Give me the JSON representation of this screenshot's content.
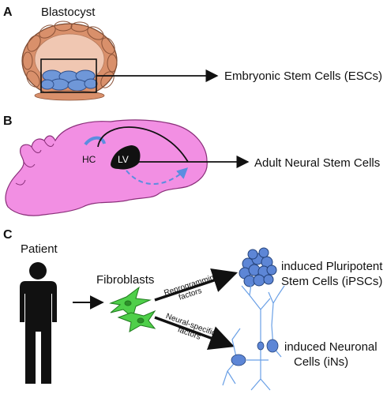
{
  "panels": {
    "a": {
      "letter": "A",
      "title": "Blastocyst",
      "target": "Embryonic Stem Cells (ESCs)",
      "colors": {
        "trophoblast": "#d9906b",
        "inner_mass": "#6f97d8"
      }
    },
    "b": {
      "letter": "B",
      "hc_label": "HC",
      "lv_label": "LV",
      "target": "Adult Neural Stem Cells",
      "colors": {
        "brain": "#f28fe3",
        "lv": "#111111",
        "path": "#5b8de0"
      }
    },
    "c": {
      "letter": "C",
      "patient_label": "Patient",
      "fibroblasts_label": "Fibroblasts",
      "reprogramming_line1": "Reprogramming",
      "reprogramming_line2": "factors",
      "neural_line1": "Neural-specific",
      "neural_line2": "factors",
      "ipsc_line1": "induced Pluripotent",
      "ipsc_line2": "Stem Cells (iPSCs)",
      "ins_line1": "induced Neuronal",
      "ins_line2": "Cells (iNs)",
      "colors": {
        "fibroblast": "#4fcf4a",
        "ipsc": "#5d86d6",
        "neuron": "#6aa0e6"
      }
    }
  }
}
